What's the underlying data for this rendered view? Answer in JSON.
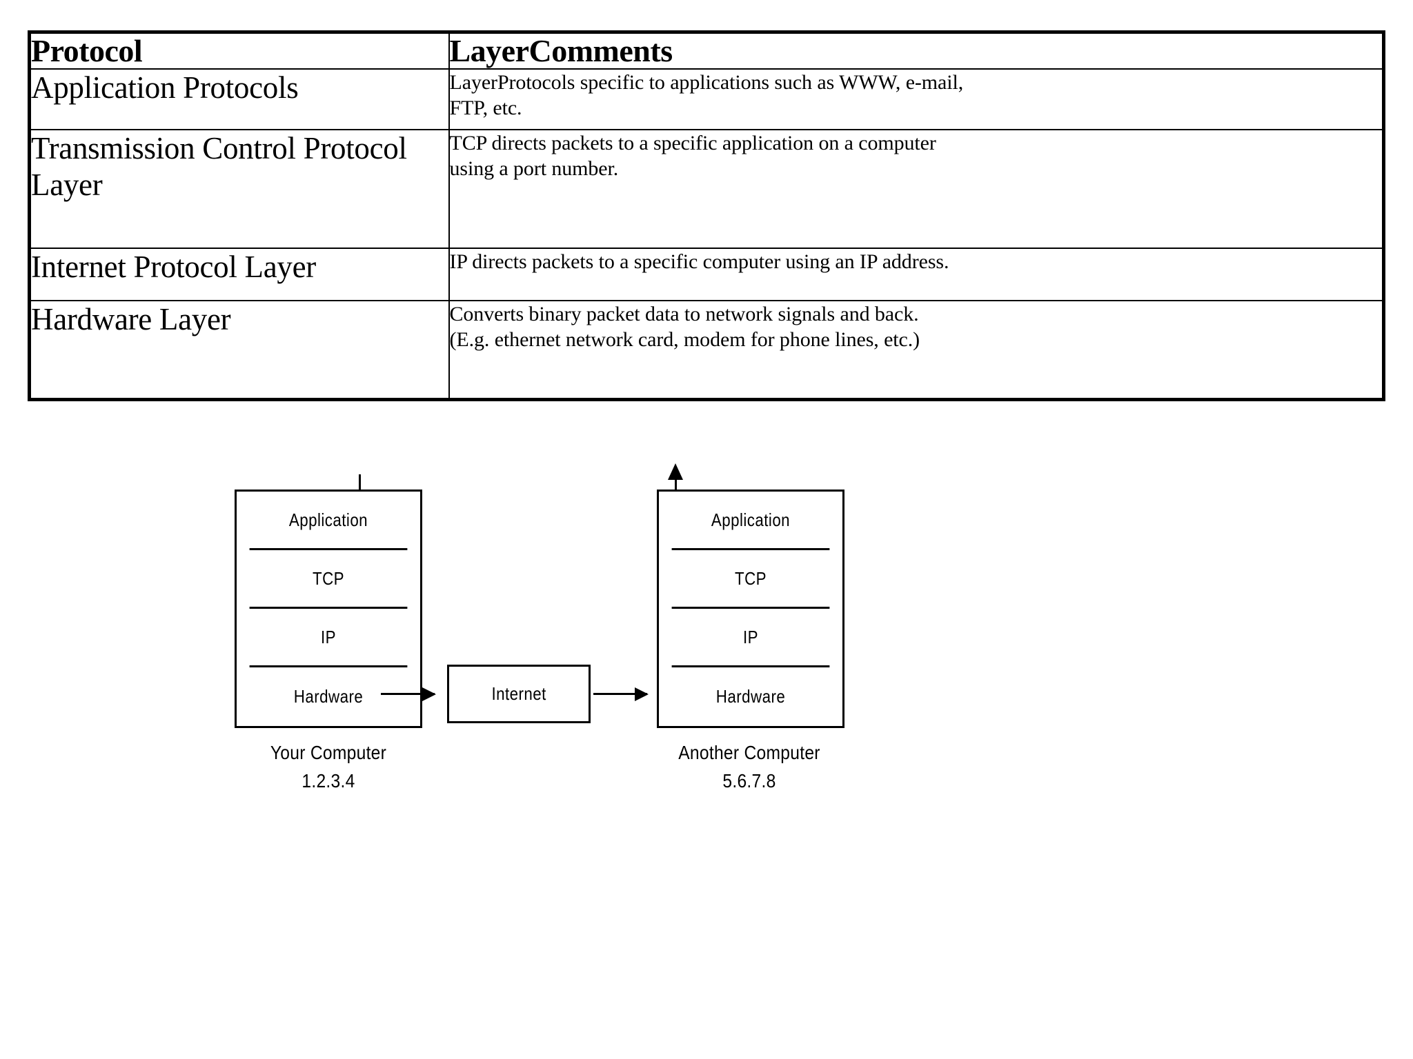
{
  "table": {
    "headers": [
      "Protocol",
      "LayerComments"
    ],
    "rows": [
      {
        "name": "Application Protocols",
        "comment_lines": [
          "LayerProtocols specific to applications such as WWW, e-mail,",
          "FTP, etc."
        ]
      },
      {
        "name": "Transmission Control Protocol Layer",
        "comment_lines": [
          "TCP directs packets to a specific application on a computer",
          "using a port number."
        ]
      },
      {
        "name": "Internet Protocol Layer",
        "comment_lines": [
          "IP directs packets to a specific computer using an IP address."
        ]
      },
      {
        "name": "Hardware Layer",
        "comment_lines": [
          "Converts binary packet data to network signals and back.",
          "(E.g. ethernet network card, modem for phone lines, etc.)"
        ]
      }
    ]
  },
  "diagram": {
    "left_stack": {
      "layers": [
        "Application",
        "TCP",
        "IP",
        "Hardware"
      ],
      "caption_name": "Your Computer",
      "caption_address": "1.2.3.4"
    },
    "right_stack": {
      "layers": [
        "Application",
        "TCP",
        "IP",
        "Hardware"
      ],
      "caption_name": "Another Computer",
      "caption_address": "5.6.7.8"
    },
    "network_box": "Internet"
  },
  "colors": {
    "ink": "#000000",
    "paper": "#ffffff"
  }
}
